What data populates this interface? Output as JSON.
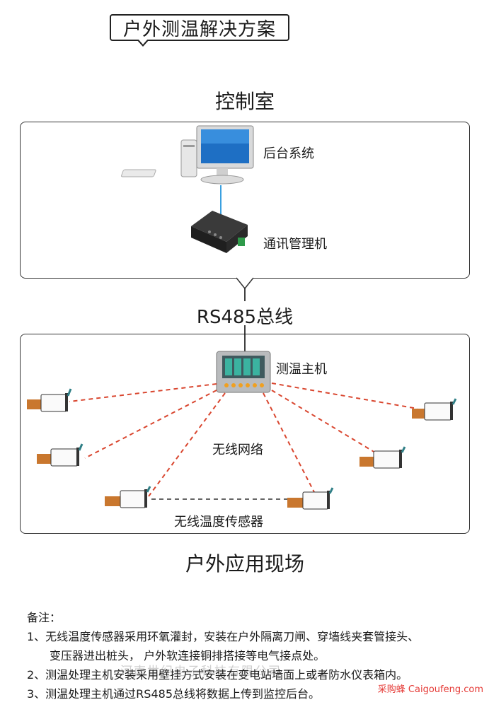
{
  "title": "户外测温解决方案",
  "control_room": {
    "heading": "控制室",
    "backend_label": "后台系统",
    "comm_label": "通讯管理机"
  },
  "bus_label": "RS485总线",
  "field": {
    "host_label": "测温主机",
    "network_label": "无线网络",
    "sensor_label": "无线温度传感器",
    "heading": "户外应用现场"
  },
  "notes": {
    "heading": "备注：",
    "items": [
      "1、无线温度传感器采用环氧灌封，安装在户外隔离刀闸、穿墙线夹套管接头、",
      "变压器进出桩头， 户外软连接铜排搭接等电气接点处。",
      "2、测温处理主机安装采用壁挂方式安装在变电站墙面上或者防水仪表箱内。",
      "3、测温处理主机通过RS485总线将数据上传到监控后台。"
    ]
  },
  "watermark": "河南世纪电子科技有限公司",
  "brand": "采购蜂 Caigoufeng.com",
  "colors": {
    "link_line": "#d9462f",
    "cable": "#3aa0e0",
    "device_teal": "#2f7f86",
    "terminal_orange": "#c9772e"
  }
}
